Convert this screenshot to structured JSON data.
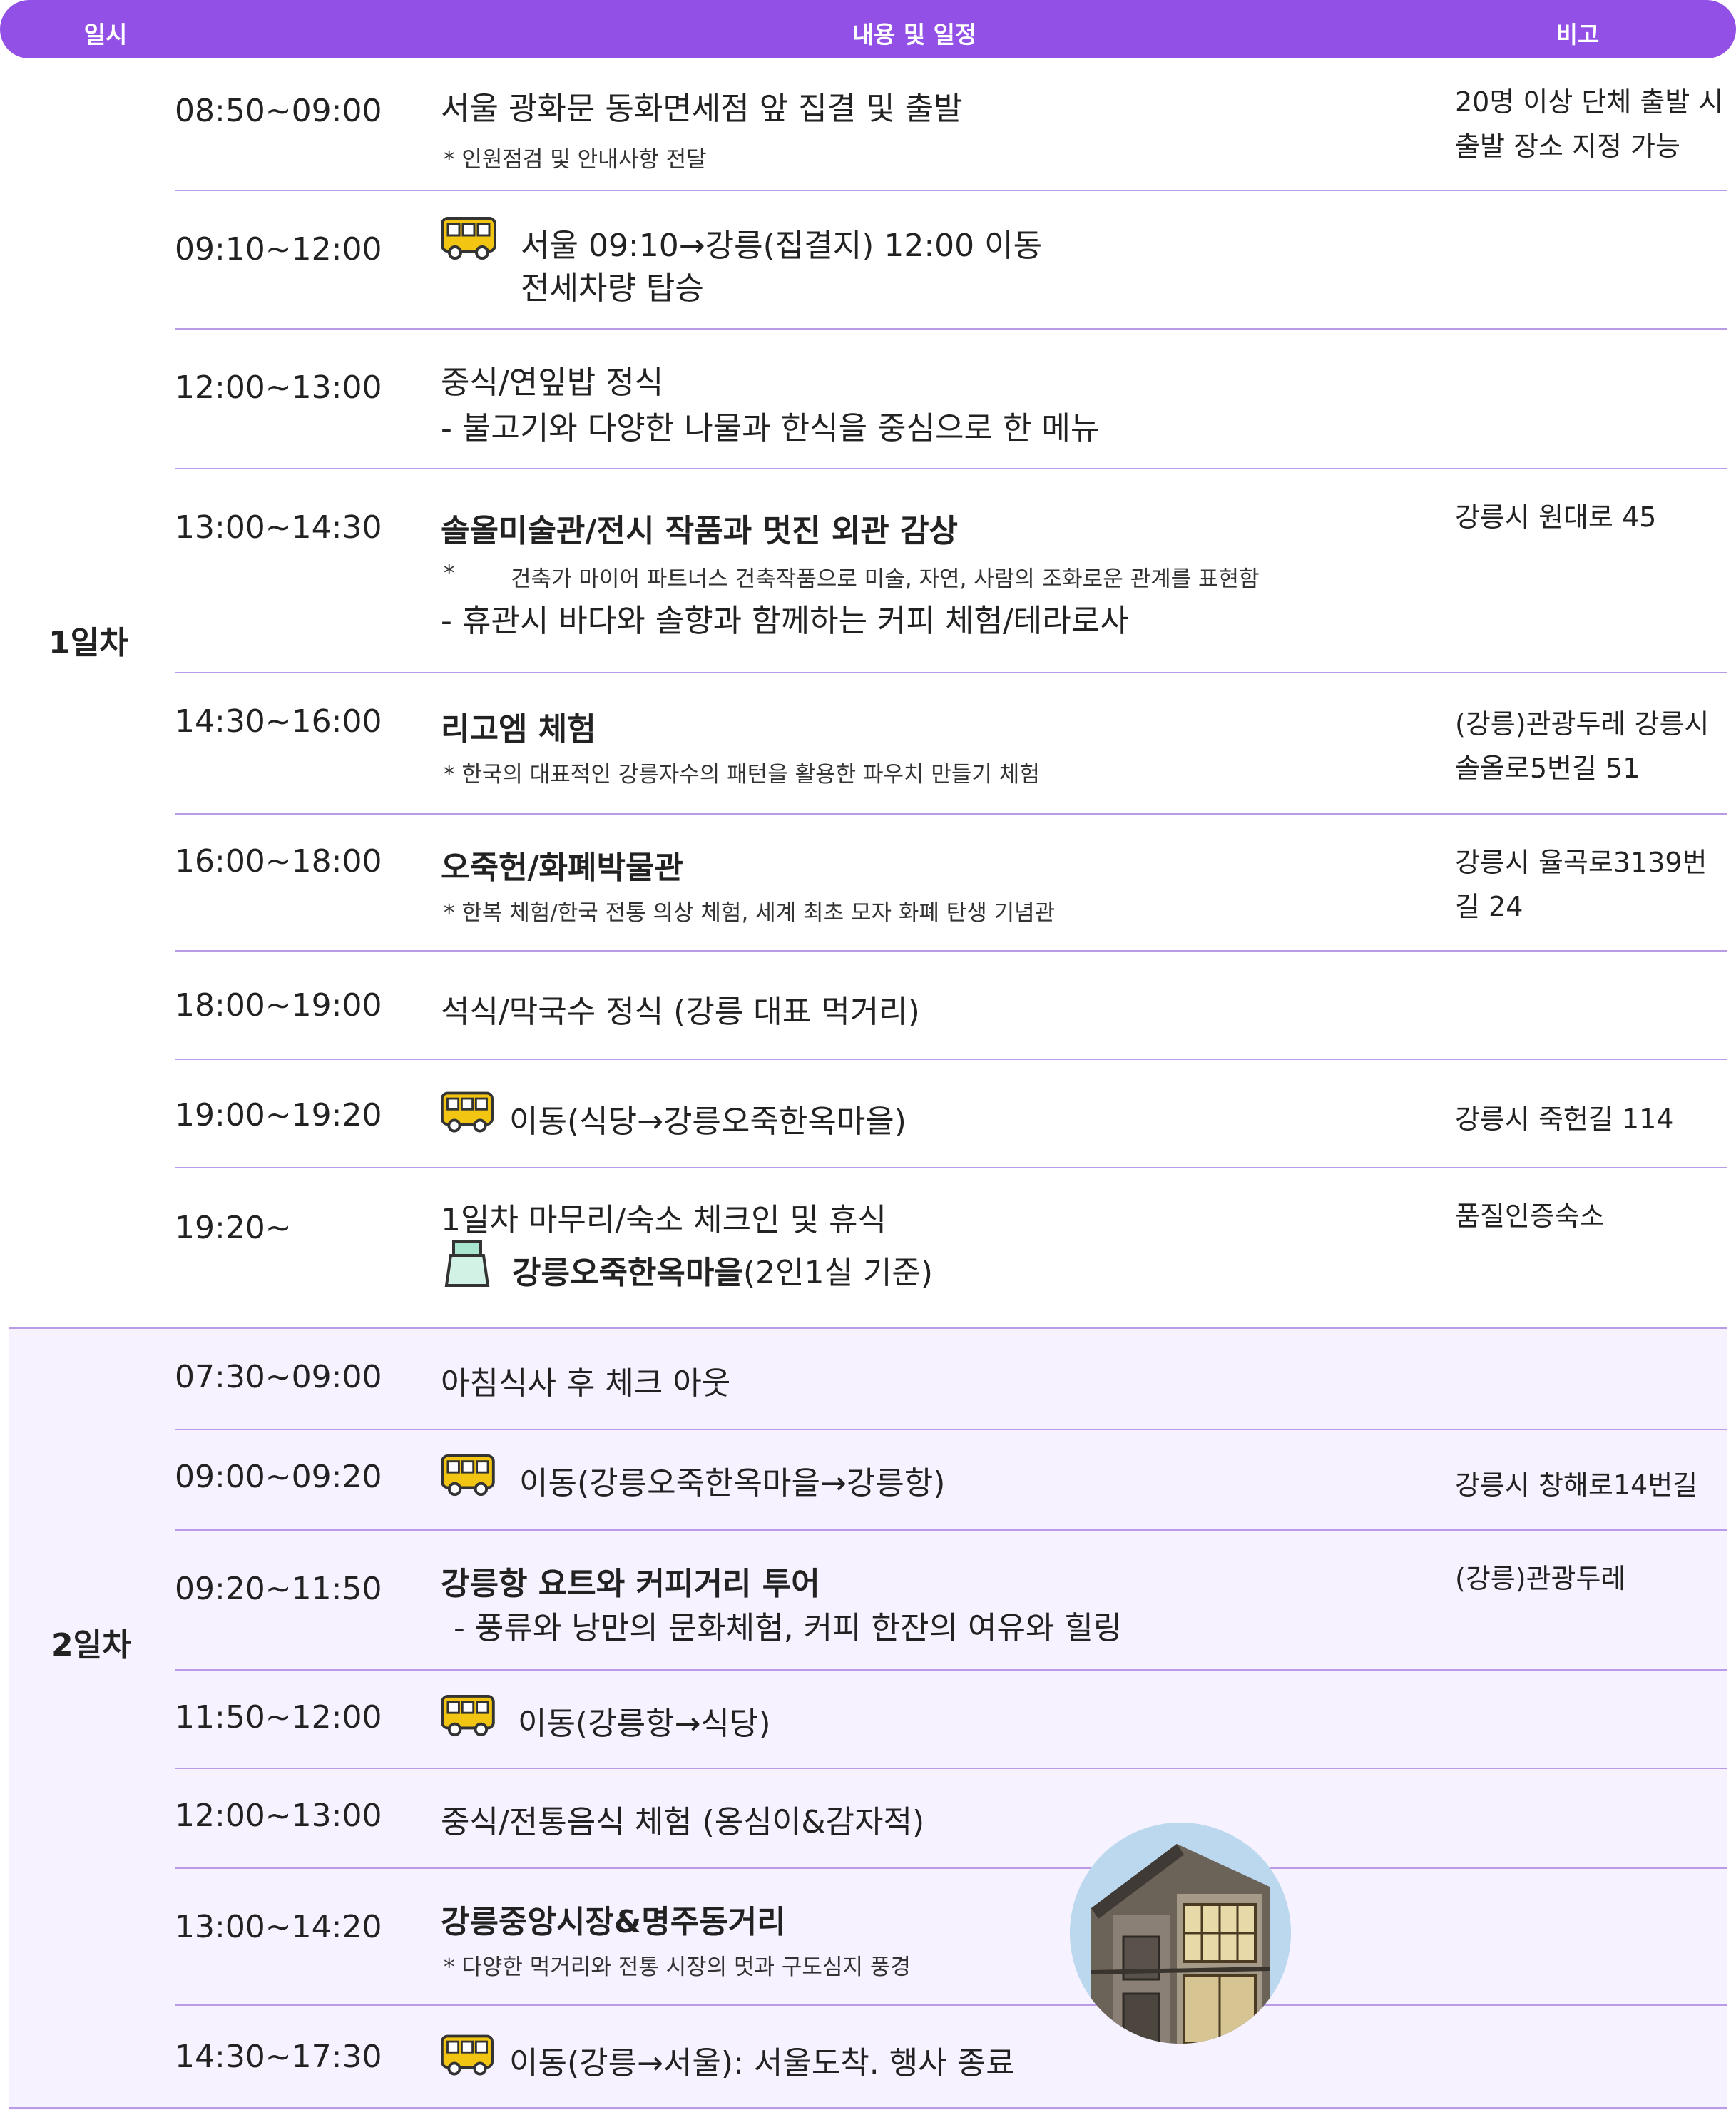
{
  "header": {
    "col_date": "일시",
    "col_content": "내용 및 일정",
    "col_note": "비고"
  },
  "days": {
    "day1": "1일차",
    "day2": "2일차"
  },
  "rows": [
    {
      "time": "08:50~09:00",
      "title": "서울 광화문 동화면세점 앞 집결 및 출발",
      "note": "* 인원점검 및 안내사항 전달",
      "remark": "20명 이상 단체 출발 시 출발 장소 지정 가능"
    },
    {
      "time": "09:10~12:00",
      "title": "서울 09:10→강릉(집결지) 12:00 이동",
      "title2": "전세차량 탑승",
      "icon": "bus-icon"
    },
    {
      "time": "12:00~13:00",
      "title": "중식/연잎밥 정식",
      "sub": "- 불고기와 다양한 나물과 한식을 중심으로 한 메뉴"
    },
    {
      "time": "13:00~14:30",
      "title": "솔올미술관/전시 작품과 멋진 외관 감상",
      "note_star": "*",
      "note": "건축가 마이어 파트너스 건축작품으로 미술, 자연,  사람의 조화로운 관계를 표현함",
      "sub": "- 휴관시 바다와 솔향과 함께하는 커피 체험/테라로사",
      "remark": "강릉시 원대로 45"
    },
    {
      "time": "14:30~16:00",
      "title": "리고엠 체험",
      "note": "* 한국의 대표적인 강릉자수의 패턴을 활용한 파우치 만들기 체험",
      "remark": "(강릉)관광두레 강릉시 솔올로5번길 51"
    },
    {
      "time": "16:00~18:00",
      "title": "오죽헌/화폐박물관",
      "note": "* 한복 체험/한국 전통 의상 체험, 세계 최초 모자 화폐 탄생 기념관",
      "remark": "강릉시 율곡로3139번길 24"
    },
    {
      "time": "18:00~19:00",
      "title": "석식/막국수 정식 (강릉 대표 먹거리)"
    },
    {
      "time": "19:00~19:20",
      "title": "이동(식당→강릉오죽한옥마을)",
      "icon": "bus-icon",
      "remark": "강릉시 죽헌길 114"
    },
    {
      "time": "19:20~",
      "title": "1일차 마무리/숙소 체크인 및 휴식",
      "title_bold": "강릉오죽한옥마을",
      "title_rest": "(2인1실 기준)",
      "icon": "bed-icon",
      "remark": "품질인증숙소"
    },
    {
      "time": "07:30~09:00",
      "title": "아침식사 후 체크 아웃"
    },
    {
      "time": "09:00~09:20",
      "title": "이동(강릉오죽한옥마을→강릉항)",
      "icon": "bus-icon",
      "remark": "강릉시 창해로14번길"
    },
    {
      "time": "09:20~11:50",
      "title": "강릉항 요트와 커피거리 투어",
      "sub": "- 풍류와 낭만의 문화체험, 커피 한잔의 여유와 힐링",
      "remark": "(강릉)관광두레"
    },
    {
      "time": "11:50~12:00",
      "title": "이동(강릉항→식당)",
      "icon": "bus-icon"
    },
    {
      "time": "12:00~13:00",
      "title": "중식/전통음식 체험 (옹심이&감자적)"
    },
    {
      "time": "13:00~14:20",
      "title": "강릉중앙시장&명주동거리",
      "note": "* 다양한 먹거리와 전통 시장의 멋과 구도심지 풍경"
    },
    {
      "time": "14:30~17:30",
      "title": "이동(강릉→서울): 서울도착. 행사 종료",
      "icon": "bus-icon"
    }
  ],
  "colors": {
    "accent": "#9250e6",
    "divider": "#b99be8",
    "day2_bg": "#f6f2ff",
    "bus": "#f2c512"
  }
}
